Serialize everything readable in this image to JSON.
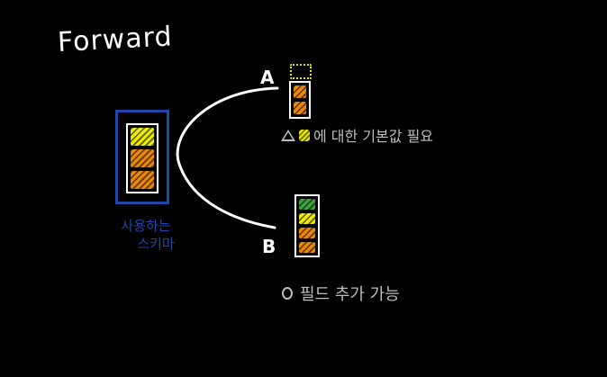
{
  "title": "Forward",
  "schema": {
    "caption_line1": "사용하는",
    "caption_line2": "스키마",
    "fields": [
      "yellow",
      "orange",
      "orange"
    ]
  },
  "branch_a": {
    "label": "A",
    "fields": [
      "orange",
      "orange"
    ],
    "note": "에 대한 기본값 필요"
  },
  "branch_b": {
    "label": "B",
    "fields": [
      "green",
      "yellow",
      "orange",
      "orange"
    ],
    "note": "필드 추가 가능"
  },
  "colors": {
    "yellow": "#f0f000",
    "orange": "#f08a00",
    "green": "#3fa33f",
    "blue": "#1f46a8",
    "gray": "#bdbdbd"
  }
}
